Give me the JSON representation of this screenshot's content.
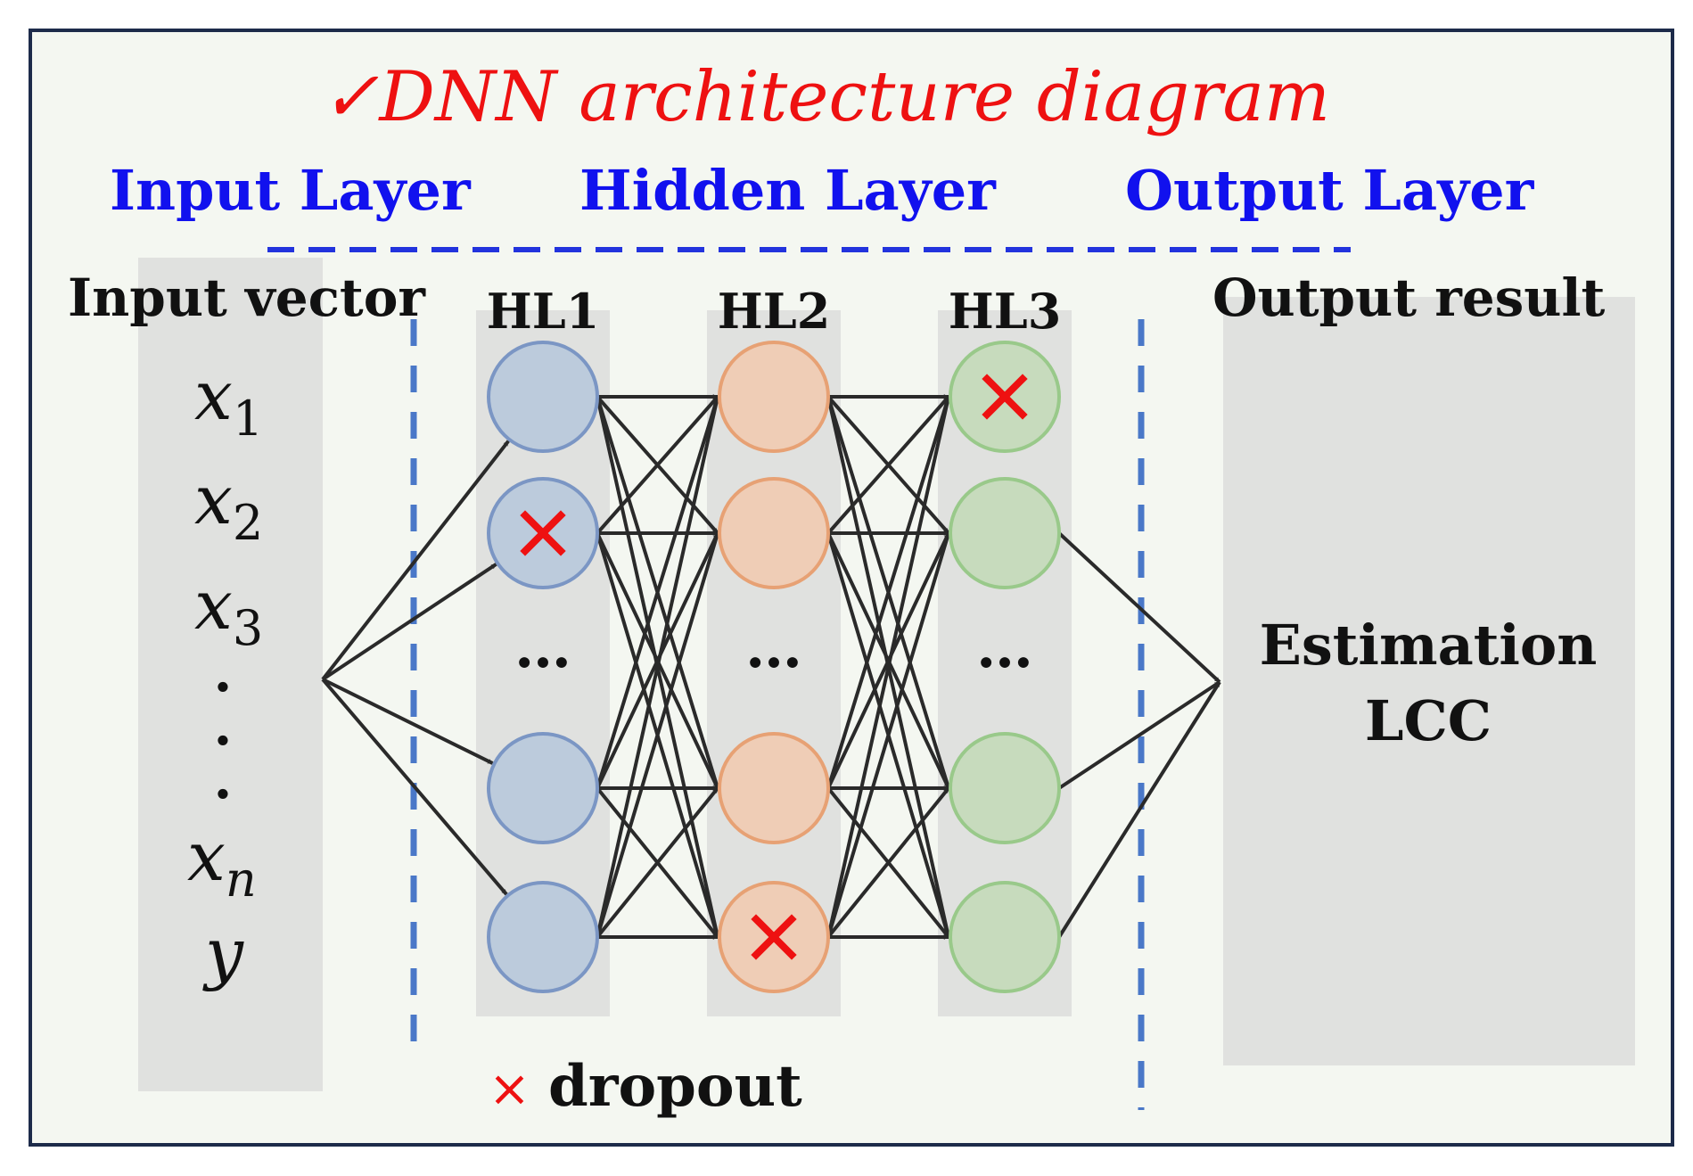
{
  "title": {
    "check_mark": "✓",
    "text": "DNN architecture diagram"
  },
  "section_headers": {
    "input": "Input Layer",
    "hidden": "Hidden Layer",
    "output": "Output Layer"
  },
  "input_panel": {
    "label": "Input vector",
    "variables": [
      {
        "base": "x",
        "sub": "1"
      },
      {
        "base": "x",
        "sub": "2"
      },
      {
        "base": "x",
        "sub": "3"
      },
      {
        "base": "x",
        "sub": "n"
      },
      {
        "base": "y",
        "sub": ""
      }
    ],
    "ellipsis_dot": "."
  },
  "hidden_layers": [
    {
      "label": "HL1",
      "color": "blue",
      "dropout": [
        1
      ],
      "ellipsis": "…"
    },
    {
      "label": "HL2",
      "color": "orange",
      "dropout": [
        3
      ],
      "ellipsis": "…"
    },
    {
      "label": "HL3",
      "color": "green",
      "dropout": [
        0
      ],
      "ellipsis": "…"
    }
  ],
  "output_panel": {
    "label": "Output result",
    "line1": "Estimation",
    "line2": "LCC"
  },
  "legend": {
    "symbol": "×",
    "text": "dropout"
  },
  "colors": {
    "title": "#ee1111",
    "header": "#1111ee",
    "dashed_line": "#2233dd",
    "divider": "#4a78c8",
    "frame": "#1d2b4a",
    "background": "#f4f7f1",
    "panel": "#e0e1df",
    "dropout_mark": "#ee1111",
    "arrow": "#2a2a2a",
    "blue_fill": "#bccbdc",
    "blue_stroke": "#7b96c4",
    "orange_fill": "#efcdb6",
    "orange_stroke": "#e7a174",
    "green_fill": "#c7dbbd",
    "green_stroke": "#99c98a"
  }
}
